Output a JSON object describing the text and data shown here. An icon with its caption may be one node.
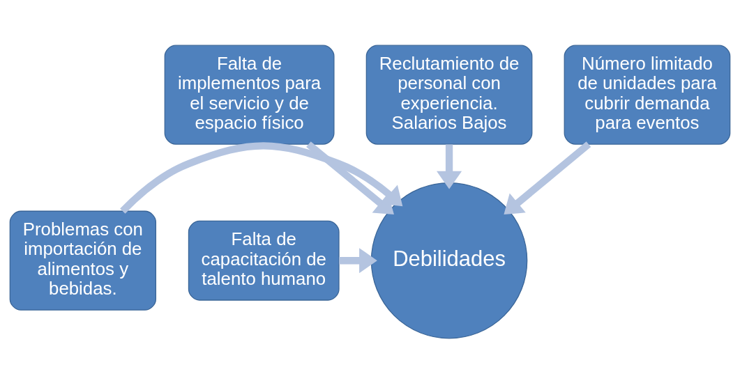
{
  "diagram": {
    "nodes": [
      {
        "text": [
          "Falta de implementos para el servicio y de espacio físico"
        ]
      },
      {
        "text": [
          "Reclutamiento de personal con experiencia. Salarios Bajos"
        ]
      },
      {
        "text": [
          "Número limitado de unidades para cubrir demanda para eventos"
        ]
      },
      {
        "text": [
          "Problemas con importación de alimentos y bebidas."
        ]
      },
      {
        "text": [
          "Debilidades"
        ]
      },
      {
        "text": [
          "Falta de capacitación de talento humano"
        ]
      }
    ],
    "edges": [
      {
        "from": 0,
        "to": 4,
        "arrow": "to"
      },
      {
        "from": 1,
        "to": 4,
        "arrow": "to"
      },
      {
        "from": 2,
        "to": 4,
        "arrow": "to"
      },
      {
        "from": 3,
        "to": 4,
        "arrow": "to"
      },
      {
        "from": 5,
        "to": 4,
        "arrow": "to"
      }
    ]
  }
}
